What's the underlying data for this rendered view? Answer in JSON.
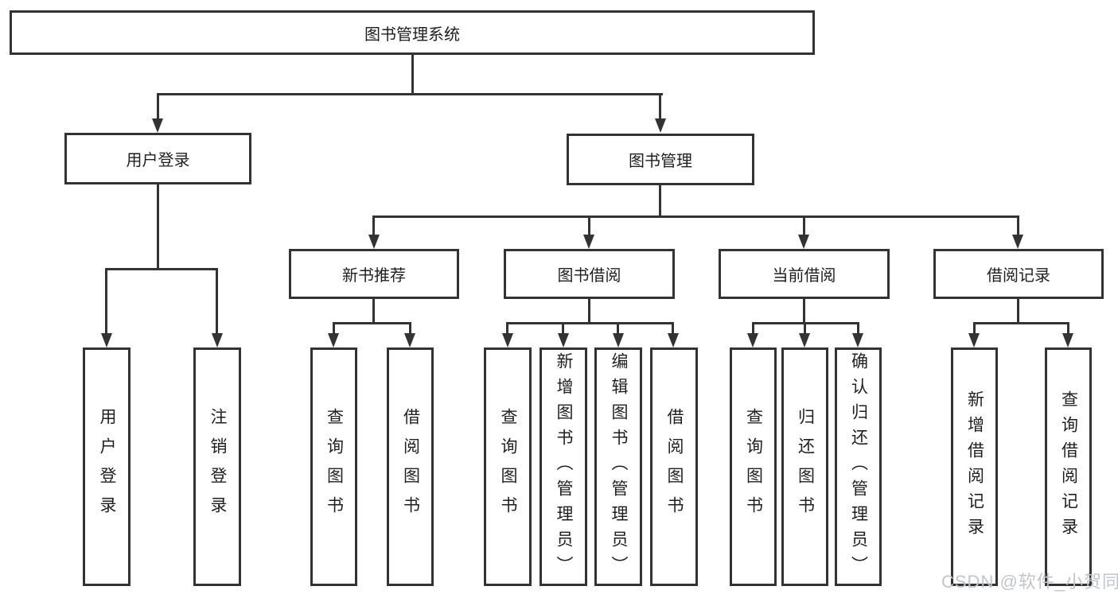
{
  "diagram_title": "图书管理系统",
  "tree": {
    "root": {
      "label": "图书管理系统"
    },
    "branches": [
      {
        "label": "用户登录",
        "children": [
          {
            "label": "用户登录"
          },
          {
            "label": "注销登录"
          }
        ]
      },
      {
        "label": "图书管理",
        "children": [
          {
            "label": "新书推荐",
            "children": [
              {
                "label": "查询图书"
              },
              {
                "label": "借阅图书"
              }
            ]
          },
          {
            "label": "图书借阅",
            "children": [
              {
                "label": "查询图书"
              },
              {
                "label": "新增图书（管理员）"
              },
              {
                "label": "编辑图书（管理员）"
              },
              {
                "label": "借阅图书"
              }
            ]
          },
          {
            "label": "当前借阅",
            "children": [
              {
                "label": "查询图书"
              },
              {
                "label": "归还图书"
              },
              {
                "label": "确认归还（管理员）"
              }
            ]
          },
          {
            "label": "借阅记录",
            "children": [
              {
                "label": "新增借阅记录"
              },
              {
                "label": "查询借阅记录"
              }
            ]
          }
        ]
      }
    ]
  },
  "watermark": "CSDN @软件_小贺同学",
  "colors": {
    "line": "#333333",
    "text": "#1f1f1f",
    "background": "#ffffff",
    "watermark": "#c2c5c9"
  }
}
